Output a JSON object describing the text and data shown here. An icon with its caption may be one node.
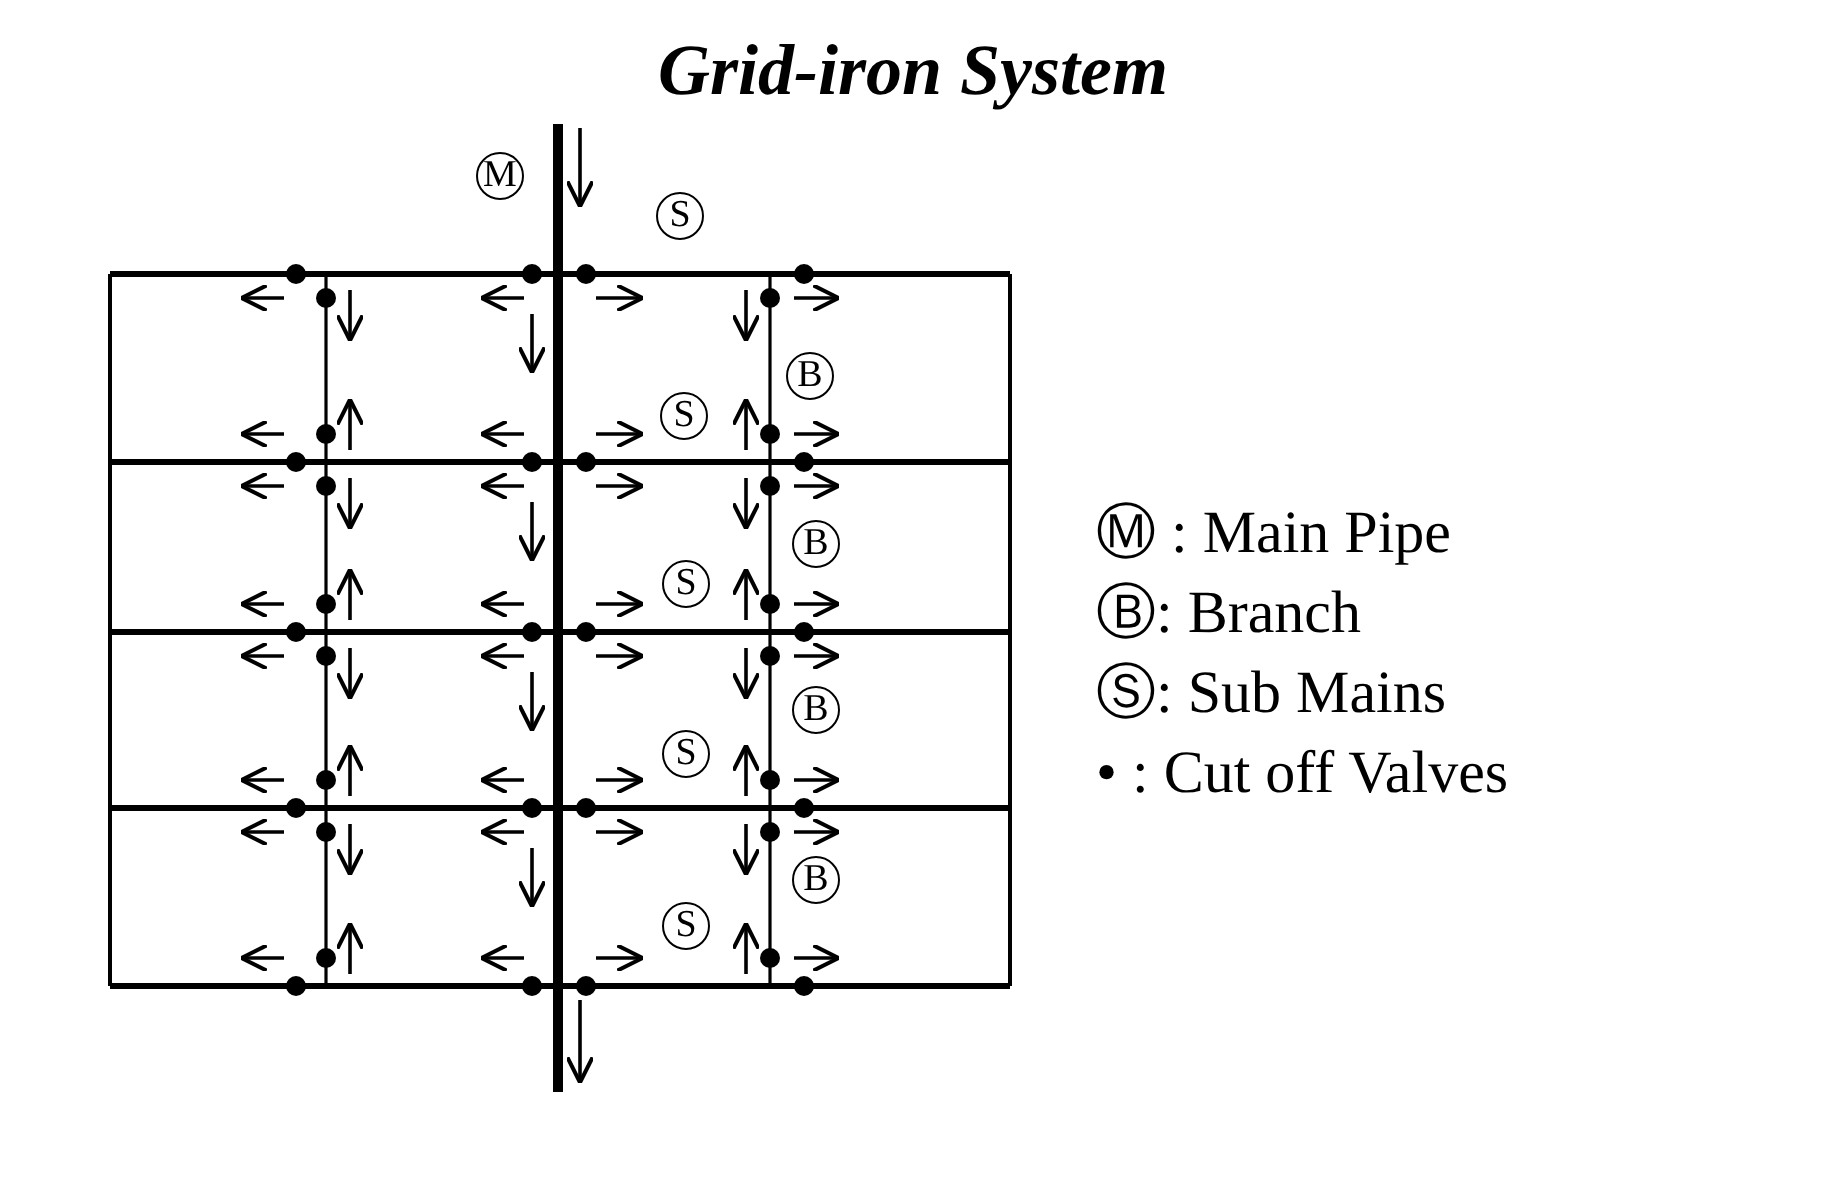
{
  "diagram": {
    "title": "Grid-iron System",
    "labels": [
      "M",
      "S",
      "B",
      "S",
      "B",
      "S",
      "B",
      "S",
      "B",
      "S"
    ],
    "legend": [
      {
        "text": "Ⓜ : Main Pipe"
      },
      {
        "text": "Ⓑ: Branch"
      },
      {
        "text": "Ⓢ: Sub Mains"
      },
      {
        "text": "• : Cut off Valves"
      }
    ]
  }
}
